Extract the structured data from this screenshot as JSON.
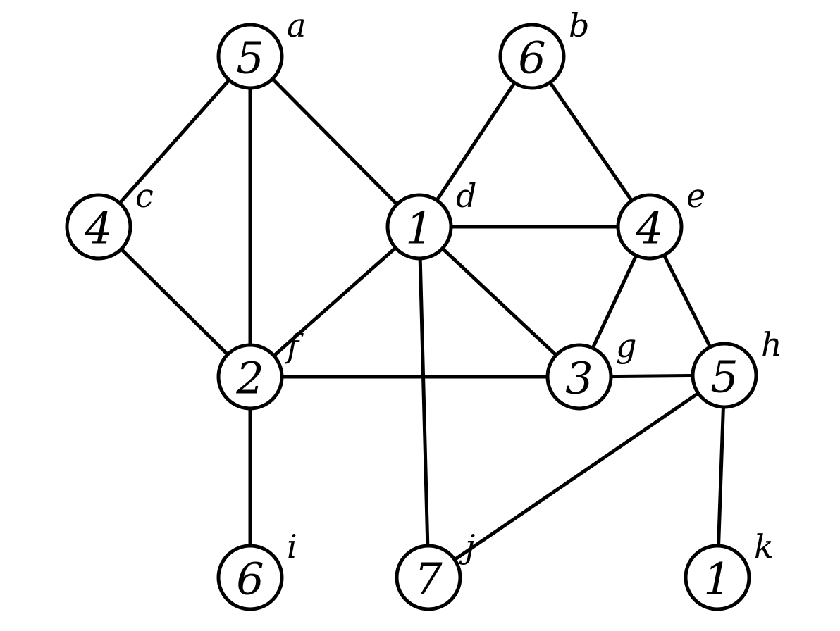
{
  "graph": {
    "nodes": [
      {
        "id": "a",
        "label": "a",
        "value": "5"
      },
      {
        "id": "b",
        "label": "b",
        "value": "6"
      },
      {
        "id": "c",
        "label": "c",
        "value": "4"
      },
      {
        "id": "d",
        "label": "d",
        "value": "1"
      },
      {
        "id": "e",
        "label": "e",
        "value": "4"
      },
      {
        "id": "f",
        "label": "f",
        "value": "2"
      },
      {
        "id": "g",
        "label": "g",
        "value": "3"
      },
      {
        "id": "h",
        "label": "h",
        "value": "5"
      },
      {
        "id": "i",
        "label": "i",
        "value": "6"
      },
      {
        "id": "j",
        "label": "j",
        "value": "7"
      },
      {
        "id": "k",
        "label": "k",
        "value": "1"
      }
    ],
    "edges": [
      [
        "a",
        "c"
      ],
      [
        "a",
        "f"
      ],
      [
        "a",
        "d"
      ],
      [
        "b",
        "d"
      ],
      [
        "b",
        "e"
      ],
      [
        "c",
        "f"
      ],
      [
        "d",
        "e"
      ],
      [
        "d",
        "f"
      ],
      [
        "d",
        "g"
      ],
      [
        "d",
        "j"
      ],
      [
        "e",
        "g"
      ],
      [
        "e",
        "h"
      ],
      [
        "f",
        "g"
      ],
      [
        "f",
        "i"
      ],
      [
        "g",
        "h"
      ],
      [
        "h",
        "j"
      ],
      [
        "h",
        "k"
      ]
    ]
  }
}
